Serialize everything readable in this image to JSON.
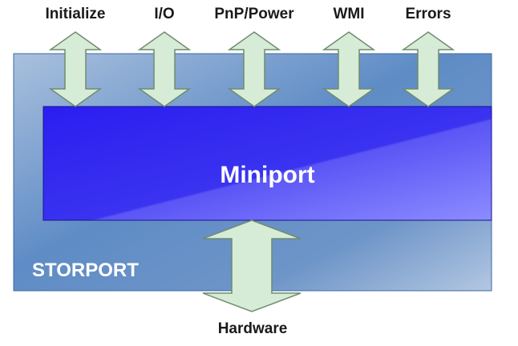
{
  "diagram": {
    "interfaces": [
      "Initialize",
      "I/O",
      "PnP/Power",
      "WMI",
      "Errors"
    ],
    "hardware_label": "Hardware",
    "inner_box_label": "Miniport",
    "outer_box_label": "STORPORT"
  },
  "colors": {
    "storport_gradient": [
      "#a9c0dd",
      "#4b7bb8"
    ],
    "miniport_gradient": [
      "#1a12e6",
      "#7d7cff"
    ],
    "arrow_fill": "#d6ecd6",
    "arrow_stroke": "#6f8c6f"
  }
}
